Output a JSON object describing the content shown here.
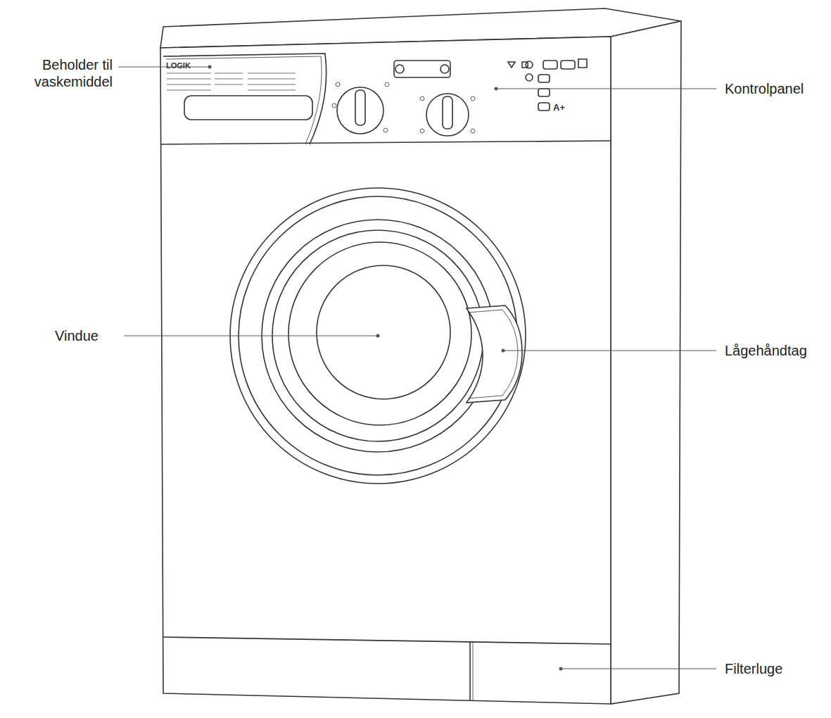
{
  "diagram": {
    "labels": [
      "Beholder til vaskemiddel",
      "Kontrolpanel",
      "Vindue",
      "Lågehåndtag",
      "Filterluge",
      "LOGIK",
      "A+"
    ]
  }
}
